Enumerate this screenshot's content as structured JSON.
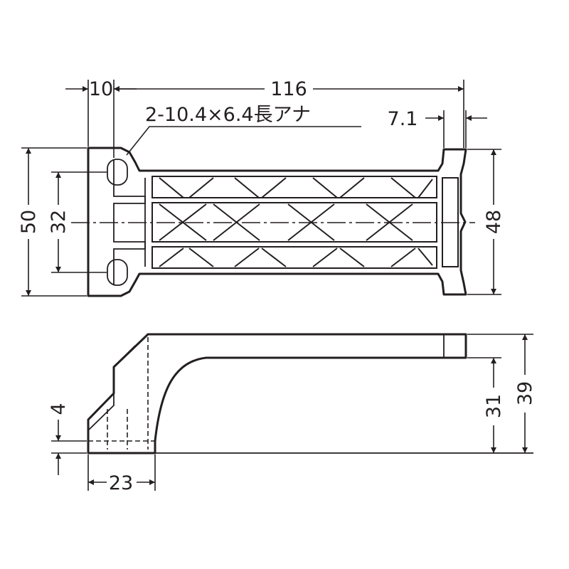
{
  "top_view": {
    "dim_left_width": "10",
    "dim_overall_length": "116",
    "dim_slot_note": "2-10.4×6.4長アナ",
    "dim_end_width": "7.1",
    "dim_overall_height": "50",
    "dim_hole_pitch": "32",
    "dim_end_height": "48"
  },
  "side_view": {
    "dim_base_thickness": "4",
    "dim_base_length": "23",
    "dim_arm_height": "31",
    "dim_total_height": "39"
  }
}
